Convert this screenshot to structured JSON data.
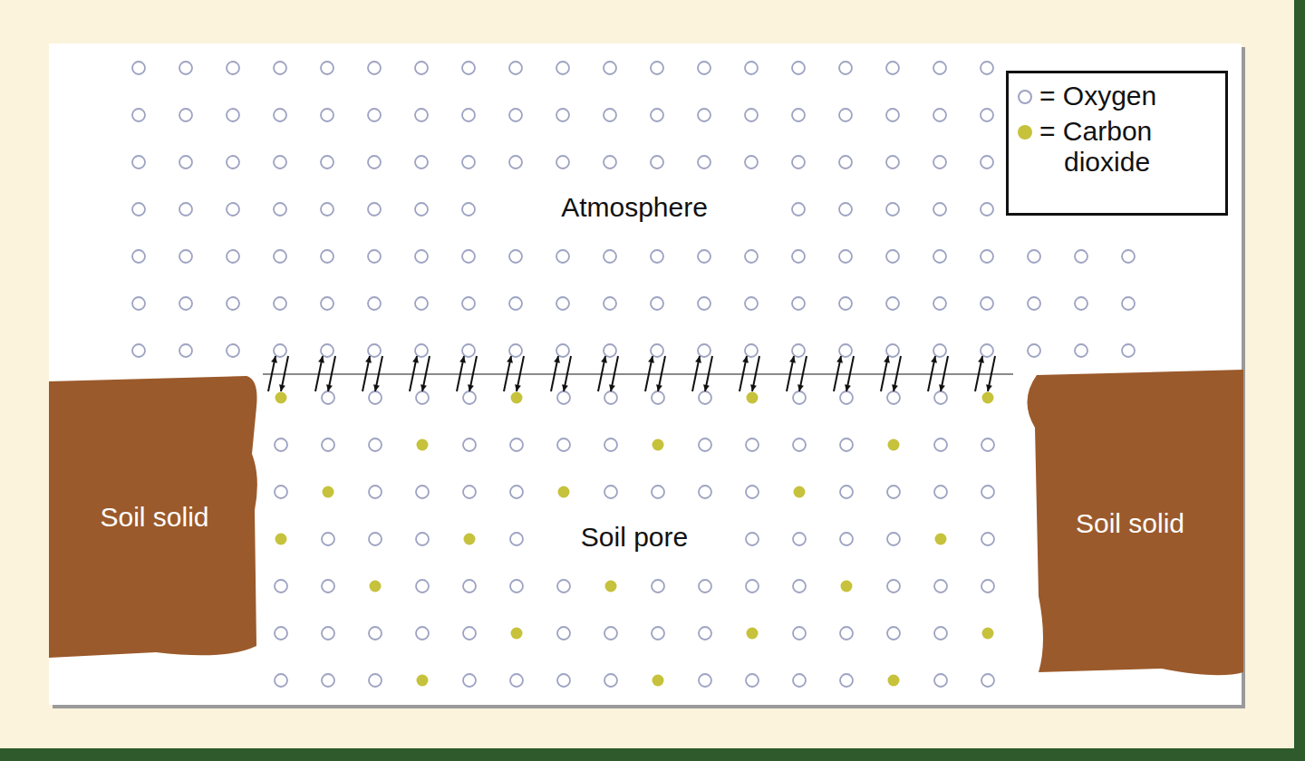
{
  "diagram": {
    "nodes": [
      {
        "text": [
          "Soil solid"
        ]
      },
      {
        "text": [
          "Soil solid"
        ]
      }
    ],
    "labels": [
      "Atmosphere",
      "Soil pore"
    ],
    "legend": [
      {
        "text": "= Oxygen"
      },
      {
        "text": "= Carbon dioxide",
        "color": "#c6c23c"
      }
    ]
  }
}
